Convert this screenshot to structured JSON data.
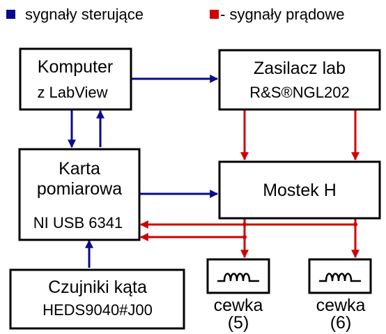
{
  "legend": {
    "control_label": "sygnały sterujące",
    "current_label": "- sygnały prądowe"
  },
  "colors": {
    "control": "#0a0a8c",
    "current": "#d00000",
    "box_border": "#000000"
  },
  "blocks": {
    "computer": {
      "line1": "Komputer",
      "line2": "z LabView"
    },
    "power_supply": {
      "line1": "Zasilacz lab",
      "line2": "R&S®NGL202"
    },
    "daq_card": {
      "line1": "Karta",
      "line2": "pomiarowa",
      "line3": "NI USB 6341"
    },
    "h_bridge": {
      "line1": "Mostek H"
    },
    "angle_sensors": {
      "line1": "Czujniki kąta",
      "line2": "HEDS9040#J00"
    }
  },
  "coils": [
    {
      "label": "cewka",
      "number": "(5)"
    },
    {
      "label": "cewka",
      "number": "(6)"
    }
  ]
}
